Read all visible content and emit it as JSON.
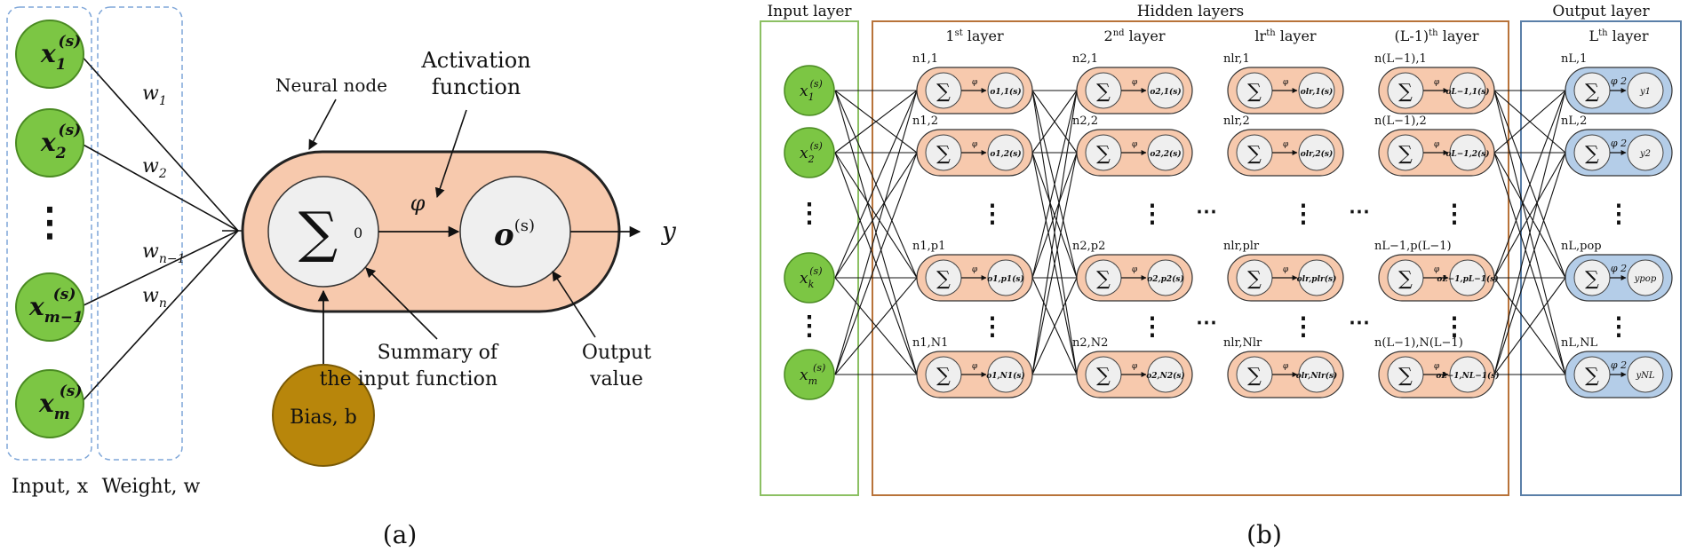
{
  "colors": {
    "input_node": "#7cc644",
    "input_node_stroke": "#4a8a22",
    "capsule_fill": "#f7c9ad",
    "capsule_stroke": "#222222",
    "inner_circle": "#efefef",
    "bias_fill": "#b8860b",
    "output_capsule": "#b4cde8",
    "dashed_box": "#7ea6d8",
    "input_layer_box": "#8cc063",
    "hidden_layer_box": "#b8733a",
    "output_layer_box": "#5a7fa8"
  },
  "panel_a": {
    "caption": "(a)",
    "neural_node_label": "Neural node",
    "activation_label_line1": "Activation",
    "activation_label_line2": "function",
    "phi_symbol": "φ",
    "sigma_symbol": "∑",
    "sigma_subscript": "0",
    "output_o": "o",
    "output_sup": "(s)",
    "y_label": "y",
    "bias_label": "Bias, b",
    "summary_line1": "Summary of",
    "summary_line2": "the input function",
    "output_value_line1": "Output",
    "output_value_line2": "value",
    "input_caption": "Input, x",
    "weight_caption": "Weight, w",
    "inputs": [
      {
        "base": "x",
        "sub": "1",
        "sup": "(s)"
      },
      {
        "base": "x",
        "sub": "2",
        "sup": "(s)"
      },
      {
        "base": "x",
        "sub": "m−1",
        "sup": "(s)"
      },
      {
        "base": "x",
        "sub": "m",
        "sup": "(s)"
      }
    ],
    "weights": [
      "w1",
      "w2",
      "wn−1",
      "wn"
    ],
    "weights_parts": [
      {
        "base": "w",
        "sub": "1"
      },
      {
        "base": "w",
        "sub": "2"
      },
      {
        "base": "w",
        "sub": "n−1"
      },
      {
        "base": "w",
        "sub": "n"
      }
    ],
    "vdots": "⋮"
  },
  "panel_b": {
    "caption": "(b)",
    "input_layer_title": "Input layer",
    "hidden_layers_title": "Hidden layers",
    "output_layer_title": "Output layer",
    "layer_headers": [
      {
        "pre": "1",
        "sup": "st",
        "post": " layer"
      },
      {
        "pre": "2",
        "sup": "nd",
        "post": " layer"
      },
      {
        "pre": "lr",
        "sup": "th",
        "post": " layer"
      },
      {
        "pre": "(L-1)",
        "sup": "th",
        "post": " layer"
      },
      {
        "pre": "L",
        "sup": "th",
        "post": " layer"
      }
    ],
    "input_nodes": [
      "x1(s)",
      "x2(s)",
      "xk(s)",
      "xm(s)"
    ],
    "input_nodes_parts": [
      {
        "base": "x",
        "sub": "1",
        "sup": "(s)"
      },
      {
        "base": "x",
        "sub": "2",
        "sup": "(s)"
      },
      {
        "base": "x",
        "sub": "k",
        "sup": "(s)"
      },
      {
        "base": "x",
        "sub": "m",
        "sup": "(s)"
      }
    ],
    "node_labels": [
      [
        "n1,1",
        "n1,2",
        "n1,p1",
        "n1,N1"
      ],
      [
        "n2,1",
        "n2,2",
        "n2,p2",
        "n2,N2"
      ],
      [
        "nlr,1",
        "nlr,2",
        "nlr,plr",
        "nlr,Nlr"
      ],
      [
        "n(L−1),1",
        "n(L−1),2",
        "nL−1,p(L−1)",
        "n(L−1),N(L−1)"
      ],
      [
        "nL,1",
        "nL,2",
        "nL,pop",
        "nL,NL"
      ]
    ],
    "hidden_outputs": [
      [
        "o1,1(s)",
        "o1,2(s)",
        "o1,p1(s)",
        "o1,N1(s)"
      ],
      [
        "o2,1(s)",
        "o2,2(s)",
        "o2,p2(s)",
        "o2,N2(s)"
      ],
      [
        "olr,1(s)",
        "olr,2(s)",
        "olr,plr(s)",
        "olr,Nlr(s)"
      ],
      [
        "oL−1,1(s)",
        "oL−1,2(s)",
        "oL−1,pL−1(s)",
        "oL−1,NL−1(s)"
      ]
    ],
    "output_values": [
      "y1",
      "y2",
      "ypop",
      "yNL"
    ],
    "phi": "φ",
    "phi_out": "φ 2",
    "sigma": "∑",
    "vdots": "⋮",
    "hdots": "⋯"
  }
}
